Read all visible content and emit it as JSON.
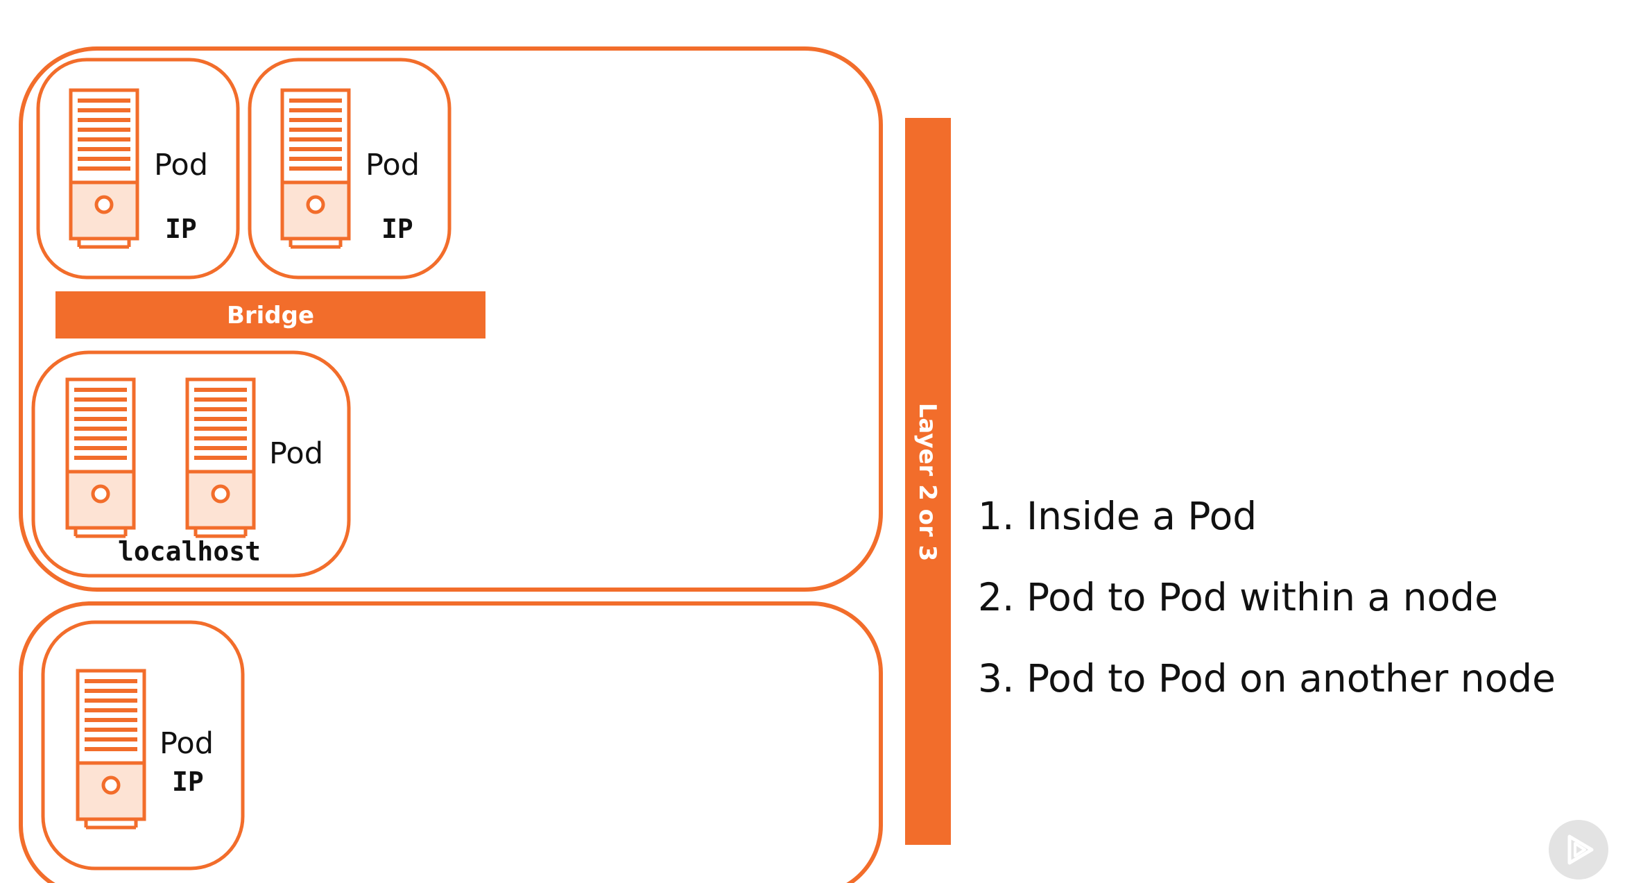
{
  "diagram": {
    "pod_label": "Pod",
    "ip_label": "IP",
    "bridge_label": "Bridge",
    "localhost_label": "localhost",
    "layer_label": "Layer 2 or 3"
  },
  "list": {
    "items": [
      "1. Inside a Pod",
      "2. Pod to Pod within a node",
      "3. Pod to Pod on another node"
    ]
  },
  "colors": {
    "accent": "#f26d2b",
    "text": "#111111",
    "background": "#ffffff"
  },
  "icons": [
    "server-icon",
    "play-icon"
  ]
}
